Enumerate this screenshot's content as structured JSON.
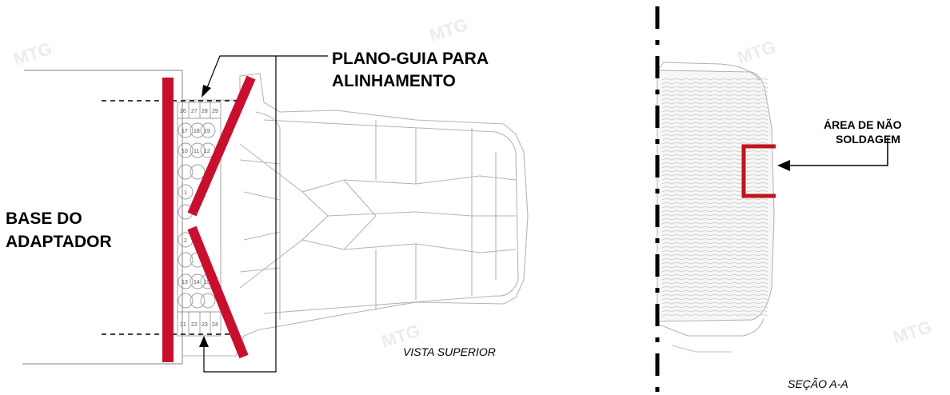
{
  "labels": {
    "plano_guia_line1": "PLANO-GUIA PARA",
    "plano_guia_line2": "ALINHAMENTO",
    "base_line1": "BASE DO",
    "base_line2": "ADAPTADOR",
    "vista_superior": "VISTA SUPERIOR",
    "area_line1": "ÁREA DE NÃO",
    "area_line2": "SOLDAGEM",
    "secao": "SEÇÃO A-A"
  },
  "watermark": "MTG",
  "pocket_numbers": {
    "top_row": [
      "26",
      "27",
      "28",
      "29"
    ],
    "upper": [
      "17",
      "18",
      "19"
    ],
    "mid": [
      "10",
      "11",
      "12"
    ],
    "left_col": [
      "1",
      "2"
    ],
    "lower": [
      "13",
      "14",
      "15"
    ],
    "bottom_row": [
      "21",
      "22",
      "23",
      "24"
    ]
  },
  "colors": {
    "accent_red": "#c8102e",
    "bracket_red": "#c0141c",
    "line_gray": "#9a9a9a",
    "watermark": "#e9e9e9"
  }
}
